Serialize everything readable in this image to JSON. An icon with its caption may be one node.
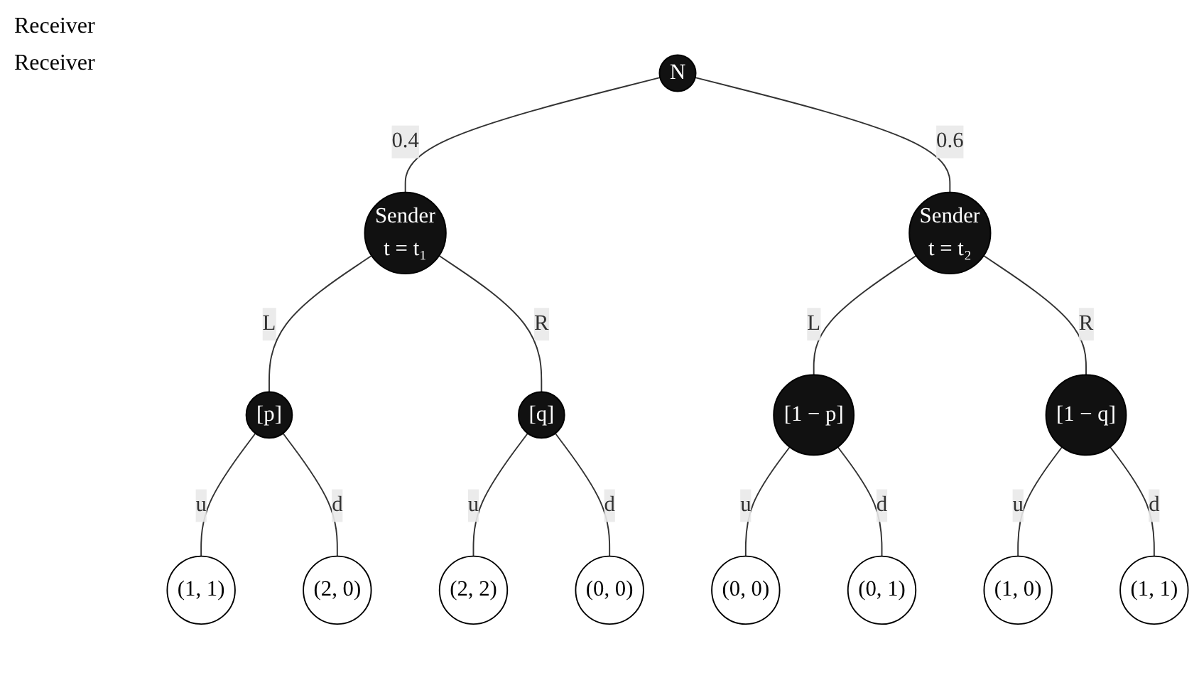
{
  "diagram": {
    "nodes": [
      {
        "text": [
          "Sender",
          "t = t₁"
        ]
      },
      {
        "text": [
          "[p]"
        ]
      },
      {
        "text": [
          "[q]"
        ]
      },
      {
        "text": [
          "(1, 1)"
        ]
      },
      {
        "text": [
          "(2, 2)"
        ]
      },
      {
        "text": [
          "(2, 0)"
        ]
      },
      {
        "text": [
          "(0, 0)"
        ]
      },
      {
        "text": [
          "N"
        ]
      },
      {
        "text": [
          "[1 − p]"
        ]
      },
      {
        "text": [
          "Sender",
          "t = t₂"
        ]
      },
      {
        "text": [
          "[1 − q]"
        ]
      },
      {
        "text": [
          "(0, 0)"
        ]
      },
      {
        "text": [
          "(1, 0)"
        ]
      },
      {
        "text": [
          "(0, 1)"
        ]
      },
      {
        "text": [
          "(1, 1)"
        ]
      }
    ],
    "edges": [
      {
        "from": 7,
        "to": 0,
        "label": "0.4",
        "arrow": "none"
      },
      {
        "from": 7,
        "to": 9,
        "label": "0.6",
        "arrow": "none"
      },
      {
        "from": 0,
        "to": 1,
        "label": "L",
        "arrow": "none"
      },
      {
        "from": 0,
        "to": 2,
        "label": "R",
        "arrow": "none"
      },
      {
        "from": 1,
        "to": 3,
        "label": "u",
        "arrow": "none"
      },
      {
        "from": 1,
        "to": 5,
        "label": "d",
        "arrow": "none"
      },
      {
        "from": 2,
        "to": 4,
        "label": "u",
        "arrow": "none"
      },
      {
        "from": 2,
        "to": 6,
        "label": "d",
        "arrow": "none"
      },
      {
        "from": 9,
        "to": 8,
        "label": "L",
        "arrow": "none"
      },
      {
        "from": 9,
        "to": 10,
        "label": "R",
        "arrow": "none"
      },
      {
        "from": 8,
        "to": 11,
        "label": "u",
        "arrow": "none"
      },
      {
        "from": 8,
        "to": 13,
        "label": "d",
        "arrow": "none"
      },
      {
        "from": 10,
        "to": 12,
        "label": "u",
        "arrow": "none"
      },
      {
        "from": 10,
        "to": 14,
        "label": "d",
        "arrow": "none"
      }
    ],
    "labels": [
      "Receiver",
      "Receiver"
    ]
  }
}
